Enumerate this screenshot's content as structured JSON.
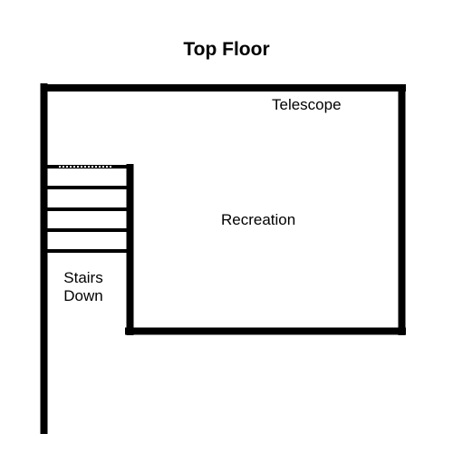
{
  "title": "Top Floor",
  "rooms": {
    "telescope": "Telescope",
    "recreation": "Recreation"
  },
  "stairs": {
    "line1": "Stairs",
    "line2": "Down"
  },
  "colors": {
    "wall": "#000000",
    "background": "#ffffff"
  }
}
